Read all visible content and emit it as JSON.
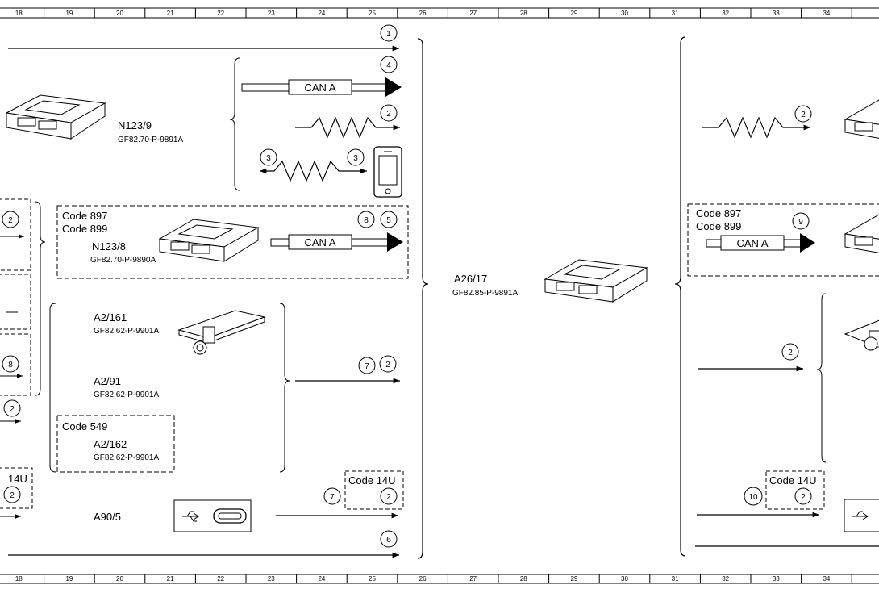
{
  "ruler": {
    "numbers": [
      "18",
      "19",
      "20",
      "21",
      "22",
      "23",
      "24",
      "25",
      "26",
      "27",
      "28",
      "29",
      "30",
      "31",
      "32",
      "33",
      "34"
    ]
  },
  "modules": {
    "n123_9": {
      "name": "N123/9",
      "code": "GF82.70-P-9891A"
    },
    "n123_8": {
      "name": "N123/8",
      "code": "GF82.70-P-9890A"
    },
    "a2_161": {
      "name": "A2/161",
      "code": "GF82.62-P-9901A"
    },
    "a2_91": {
      "name": "A2/91",
      "code": "GF82.62-P-9901A"
    },
    "a2_162": {
      "name": "A2/162",
      "code": "GF82.62-P-9901A"
    },
    "a90_5": {
      "name": "A90/5"
    },
    "a26_17": {
      "name": "A26/17",
      "code": "GF82.85-P-9891A"
    }
  },
  "groups": {
    "code_897": "Code 897",
    "code_899": "Code 899",
    "code_549": "Code 549",
    "code_14u": "Code 14U",
    "code_14u_partial": "14U"
  },
  "bus": {
    "can_a": "CAN A"
  },
  "markers": {
    "m1": "1",
    "m2": "2",
    "m3": "3",
    "m4": "4",
    "m5": "5",
    "m6": "6",
    "m7": "7",
    "m8": "8",
    "m9": "9",
    "m10": "10"
  }
}
